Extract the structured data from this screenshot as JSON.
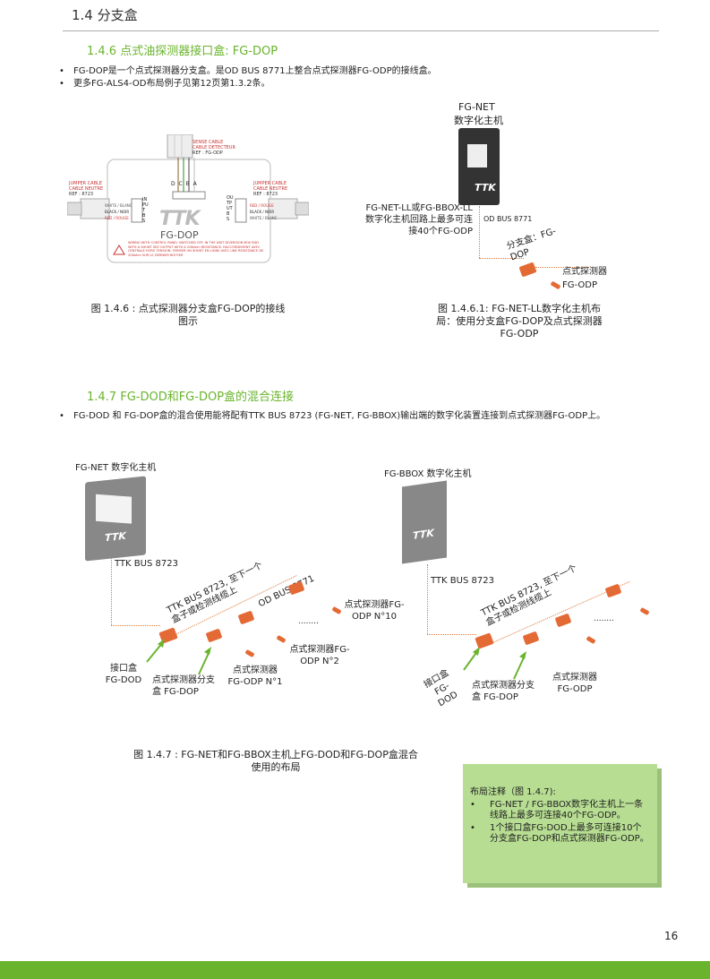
{
  "header": {
    "title": "1.4 分支盒"
  },
  "section1": {
    "title": "1.4.6 点式油探测器接口盒: FG-DOP",
    "bullets": [
      "FG-DOP是一个点式探测器分支盒。是OD BUS 8771上整合点式探测器FG-ODP的接线盒。",
      "更多FG-ALS4-OD布局例子见第12页第1.3.2条。"
    ],
    "fig1": {
      "sense1": "SENSE CABLE",
      "sense2": "CABLE DETECTEUR",
      "sense3": "REF : FG-ODP",
      "jumper_l1": "JUMPER CABLE",
      "jumper_l2": "CABLE NEUTRE",
      "jumper_l3": "REF : 8723",
      "jumper_r1": "JUMPER CABLE",
      "jumper_r2": "CABLE NEUTRE",
      "jumper_r3": "REF : 8723",
      "wires_l": [
        "WHITE / BLANC",
        "BLACK / NOIR",
        "RED / ROUGE"
      ],
      "wires_r": [
        "RED / ROUGE",
        "BLACK / NOIR",
        "WHITE / BLANC"
      ],
      "dcba": "D C B A",
      "input": "INPUT B S",
      "output": "OUTPUT B S",
      "logo": "TTK",
      "model": "FG-DOP",
      "warning": "WIRING WITH CONTROL PANEL SWITCHED OFF. IN THE UNIT DIVERSION BOX END WITH A SHUNT SEE OUTPUT WITH A 20Kohm RESISTANCE. RACCORDEMENT AVEC CENTRALE HORS TENSION. FERMER UN SHUNT EN LIGNE AVEC UNE RESISTANCE DE 20Kohm SUR LE DERNIER BOITIER",
      "caption": "图 1.4.6 : 点式探测器分支盒FG-DOP的接线图示"
    },
    "fig2": {
      "device_title": "FG-NET",
      "device_sub": "数字化主机",
      "device_logo": "TTK",
      "note": "FG-NET-LL或FG-BBOX-LL数字化主机回路上最多可连接40个FG-ODP",
      "bus": "OD BUS 8771",
      "branch": "分支盒：FG-DOP",
      "detector": "点式探测器FG-ODP",
      "caption": "图 1.4.6.1: FG-NET-LL数字化主机布局：使用分支盒FG-DOP及点式探测器FG-ODP"
    }
  },
  "section2": {
    "title": "1.4.7 FG-DOD和FG-DOP盒的混合连接",
    "bullet": "FG-DOD 和 FG-DOP盒的混合使用能将配有TTK BUS 8723 (FG-NET, FG-BBOX)输出端的数字化装置连接到点式探测器FG-ODP上。",
    "left": {
      "title": "FG-NET 数字化主机",
      "logo": "TTK",
      "bus": "TTK BUS 8723",
      "bus_next": "TTK BUS 8723, 至下一个盒子或检测线缆上",
      "od_bus": "OD BUS 8771",
      "dod": "接口盒FG-DOD",
      "dop": "点式探测器分支盒 FG-DOP",
      "odp1": "点式探测器FG-ODP N°1",
      "odp2": "点式探测器FG-ODP N°2",
      "odp10": "点式探测器FG-ODP N°10",
      "dots": "........"
    },
    "right": {
      "title": "FG-BBOX 数字化主机",
      "logo": "TTK",
      "bus": "TTK BUS 8723",
      "bus_next": "TTK BUS 8723, 至下一个盒子或检测线缆上",
      "dod": "接口盒FG-DOD",
      "dop": "点式探测器分支盒 FG-DOP",
      "odp": "点式探测器FG-ODP",
      "dots": "........"
    },
    "caption": "图 1.4.7 : FG-NET和FG-BBOX主机上FG-DOD和FG-DOP盒混合使用的布局"
  },
  "note": {
    "title": "布局注释（图 1.4.7):",
    "items": [
      "FG-NET / FG-BBOX数字化主机上一条线路上最多可连接40个FG-ODP。",
      "1个接口盒FG-DOD上最多可连接10个分支盒FG-DOP和点式探测器FG-ODP。"
    ]
  },
  "page": {
    "number": "16"
  },
  "colors": {
    "accent": "#6ab42d",
    "orange": "#e46a35",
    "note_bg": "#b7dd92"
  }
}
